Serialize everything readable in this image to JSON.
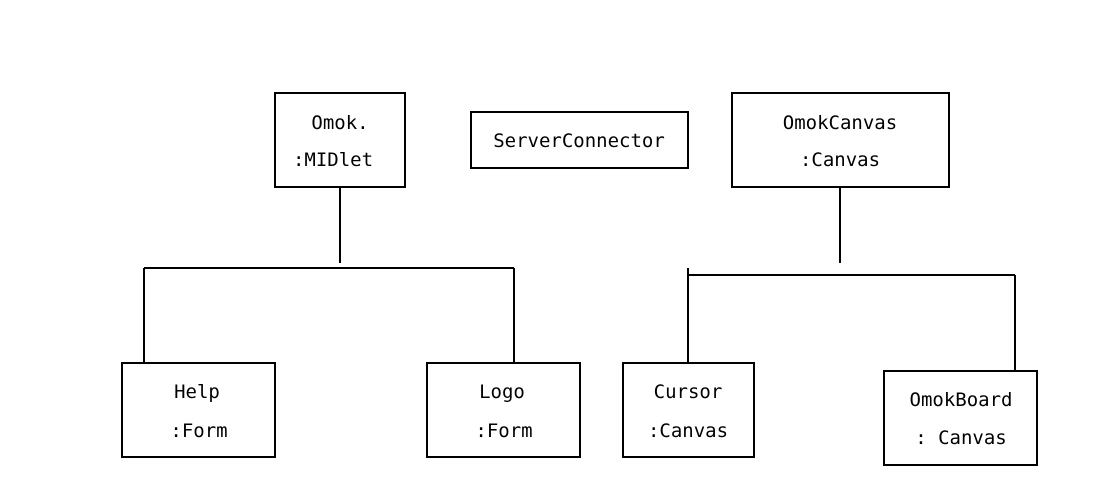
{
  "diagram": {
    "nodes": {
      "omok": {
        "line1": "Omok.",
        "line2": ":MIDlet"
      },
      "server_connector": {
        "line1": "ServerConnector"
      },
      "omok_canvas": {
        "line1": "OmokCanvas",
        "line2": ":Canvas"
      },
      "help": {
        "line1": "Help",
        "line2": ":Form"
      },
      "logo": {
        "line1": "Logo",
        "line2": ":Form"
      },
      "cursor": {
        "line1": "Cursor",
        "line2": ":Canvas"
      },
      "omok_board": {
        "line1": "OmokBoard",
        "line2": ": Canvas"
      }
    },
    "edges": [
      {
        "from": "omok",
        "to": "help"
      },
      {
        "from": "omok",
        "to": "logo"
      },
      {
        "from": "omok_canvas",
        "to": "cursor"
      },
      {
        "from": "omok_canvas",
        "to": "omok_board"
      }
    ]
  }
}
